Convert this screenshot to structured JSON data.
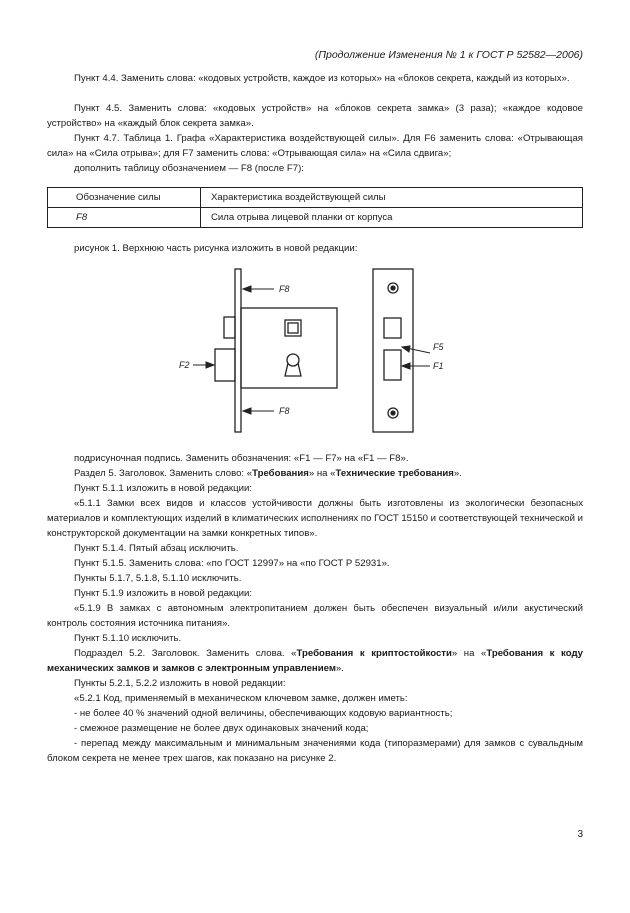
{
  "header": "(Продолжение Изменения № 1 к ГОСТ Р 52582—2006)",
  "para1": "Пункт 4.4. Заменить слова: «кодовых устройств, каждое из которых» на «блоков секрета, каждый из которых».",
  "para2": "Пункт 4.5. Заменить слова: «кодовых устройств» на «блоков секрета замка» (3 раза); «каждое кодовое устройство» на «каждый блок секрета замка».",
  "para3": "Пункт 4.7. Таблица 1. Графа «Характеристика воздействующей силы». Для F6 заменить слова: «Отрывающая сила» на «Сила отрыва»; для F7 заменить слова: «Отрывающая сила» на «Сила сдвига»;",
  "para4": "дополнить таблицу обозначением — F8 (после F7):",
  "table": {
    "headers": [
      "Обозначение силы",
      "Характеристика воздействующей силы"
    ],
    "row": [
      "F8",
      "Сила отрыва лицевой планки от корпуса"
    ]
  },
  "para5": "рисунок 1. Верхнюю часть рисунка изложить в новой редакции:",
  "figure": {
    "labels": {
      "f8_top": "F8",
      "f8_bottom": "F8",
      "f2": "F2",
      "f5": "F5",
      "f1": "F1"
    }
  },
  "para6": "подрисуночная подпись. Заменить обозначения: «F1 — F7» на «F1 — F8».",
  "para7": {
    "pre": "Раздел 5. Заголовок. Заменить слово: «",
    "b1": "Требования",
    "mid": "» на «",
    "b2": "Технические требования",
    "post": "»."
  },
  "para8": "Пункт 5.1.1 изложить в новой редакции:",
  "para9": "«5.1.1 Замки всех видов и классов устойчивости должны быть изготовлены из экологически безопасных материалов и комплектующих изделий в климатических исполнениях по ГОСТ 15150 и соответствующей технической и конструкторской документации на замки конкретных типов».",
  "para10": "Пункт 5.1.4. Пятый абзац исключить.",
  "para11": "Пункт 5.1.5. Заменить слова: «по ГОСТ 12997» на «по ГОСТ Р 52931».",
  "para12": "Пункты 5.1.7, 5.1.8, 5.1.10 исключить.",
  "para13": "Пункт 5.1.9 изложить в новой редакции:",
  "para14": "«5.1.9 В замках с автономным электропитанием должен быть обеспечен визуальный и/или акустический контроль состояния источника питания».",
  "para15": "Пункт 5.1.10 исключить.",
  "para16": {
    "pre": "Подраздел 5.2. Заголовок. Заменить слова. «",
    "b1": "Требования к криптостойкости",
    "mid": "» на «",
    "b2": "Требования к коду механических замков и замков с электронным управлением",
    "post": "»."
  },
  "para17": "Пункты 5.2.1, 5.2.2 изложить в новой редакции:",
  "para18": "«5.2.1 Код, применяемый в механическом ключевом замке, должен иметь:",
  "para19": "- не более 40 % значений одной величины, обеспечивающих кодовую вариантность;",
  "para20": "- смежное размещение не более двух одинаковых значений кода;",
  "para21": "- перепад между максимальным и минимальным значениями кода (типоразмерами) для замков с сувальдным блоком секрета не менее трех шагов, как показано на рисунке 2.",
  "page_number": "3"
}
